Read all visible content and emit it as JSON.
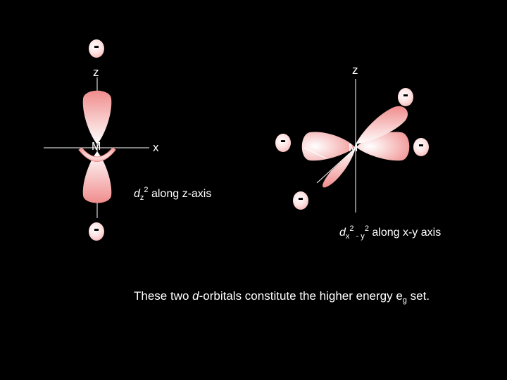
{
  "left": {
    "axis_z": "z",
    "axis_x": "x",
    "metal": "M",
    "ligand_top": "-",
    "ligand_bottom": "-",
    "label": {
      "d": "d",
      "sub": "z",
      "sup": "2",
      "rest": " along z-axis"
    }
  },
  "right": {
    "axis_z": "z",
    "metal": "M",
    "ligand_upper_right": "-",
    "ligand_left": "-",
    "ligand_right": "-",
    "ligand_lower_left": "-",
    "label": {
      "d": "d",
      "sub1": "x",
      "sup1": "2",
      "sub2": " - y",
      "sup2": "2",
      "rest": " along x-y axis"
    }
  },
  "caption": {
    "pre": "These two ",
    "italic": "d",
    "mid": "-orbitals constitute the higher energy e",
    "sub": "g",
    "post": " set."
  },
  "colors": {
    "background": "#000000",
    "lobe": "#f08c8c",
    "lobe_light": "#ffffff",
    "axis": "#ffffff"
  }
}
